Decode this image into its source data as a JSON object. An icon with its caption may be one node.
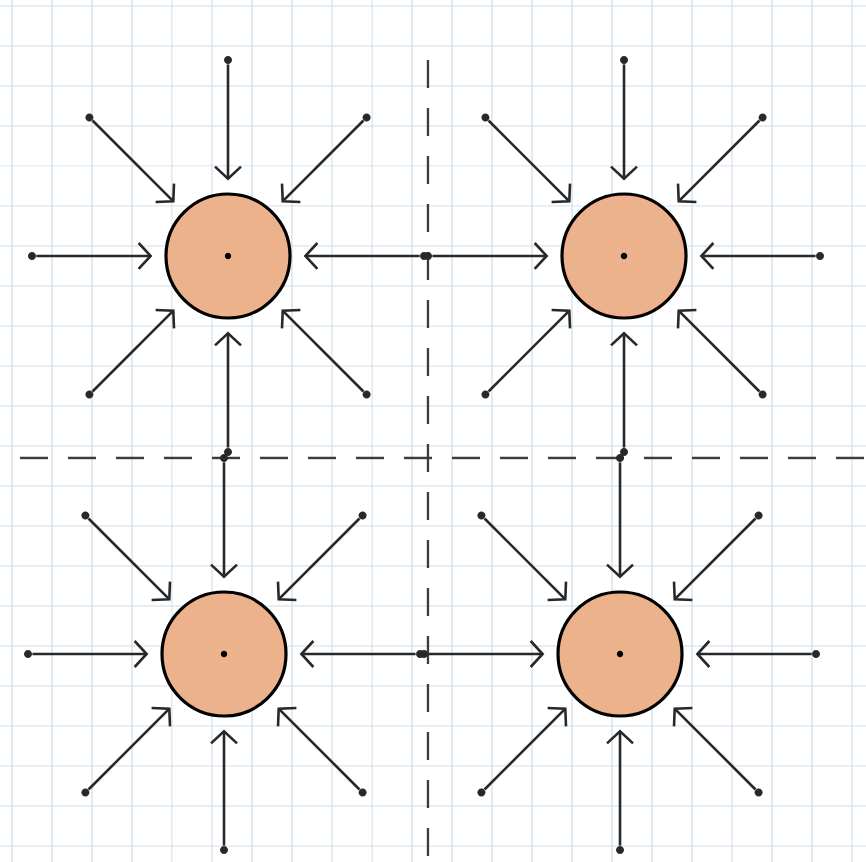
{
  "diagram": {
    "nodes": [
      {
        "text": [],
        "shape": "circle"
      },
      {
        "text": [],
        "shape": "circle"
      },
      {
        "text": [],
        "shape": "circle"
      },
      {
        "text": [],
        "shape": "circle"
      },
      {
        "text": [],
        "shape": "dot"
      },
      {
        "text": [],
        "shape": "dot"
      },
      {
        "text": [],
        "shape": "dot"
      },
      {
        "text": [],
        "shape": "dot"
      },
      {
        "text": [],
        "shape": "dot"
      },
      {
        "text": [],
        "shape": "dot"
      },
      {
        "text": [],
        "shape": "dot"
      },
      {
        "text": [],
        "shape": "dot"
      },
      {
        "text": [],
        "shape": "dot"
      },
      {
        "text": [],
        "shape": "dot"
      },
      {
        "text": [],
        "shape": "dot"
      },
      {
        "text": [],
        "shape": "dot"
      },
      {
        "text": [],
        "shape": "dot"
      },
      {
        "text": [],
        "shape": "dot"
      },
      {
        "text": [],
        "shape": "dot"
      },
      {
        "text": [],
        "shape": "dot"
      },
      {
        "text": [],
        "shape": "dot"
      },
      {
        "text": [],
        "shape": "dot"
      },
      {
        "text": [],
        "shape": "dot"
      },
      {
        "text": [],
        "shape": "dot"
      },
      {
        "text": [],
        "shape": "dot"
      },
      {
        "text": [],
        "shape": "dot"
      },
      {
        "text": [],
        "shape": "dot"
      },
      {
        "text": [],
        "shape": "dot"
      },
      {
        "text": [],
        "shape": "dot"
      },
      {
        "text": [],
        "shape": "dot"
      },
      {
        "text": [],
        "shape": "dot"
      },
      {
        "text": [],
        "shape": "dot"
      },
      {
        "text": [],
        "shape": "dot"
      },
      {
        "text": [],
        "shape": "dot"
      },
      {
        "text": [],
        "shape": "dot"
      },
      {
        "text": [],
        "shape": "dot"
      }
    ],
    "edges": [
      {
        "from": 4,
        "to": 0,
        "arrow": "to"
      },
      {
        "from": 5,
        "to": 0,
        "arrow": "to"
      },
      {
        "from": 6,
        "to": 0,
        "arrow": "to"
      },
      {
        "from": 7,
        "to": 0,
        "arrow": "to"
      },
      {
        "from": 8,
        "to": 0,
        "arrow": "to"
      },
      {
        "from": 9,
        "to": 0,
        "arrow": "to"
      },
      {
        "from": 10,
        "to": 0,
        "arrow": "to"
      },
      {
        "from": 11,
        "to": 0,
        "arrow": "to"
      },
      {
        "from": 12,
        "to": 1,
        "arrow": "to"
      },
      {
        "from": 13,
        "to": 1,
        "arrow": "to"
      },
      {
        "from": 14,
        "to": 1,
        "arrow": "to"
      },
      {
        "from": 15,
        "to": 1,
        "arrow": "to"
      },
      {
        "from": 16,
        "to": 1,
        "arrow": "to"
      },
      {
        "from": 17,
        "to": 1,
        "arrow": "to"
      },
      {
        "from": 18,
        "to": 1,
        "arrow": "to"
      },
      {
        "from": 19,
        "to": 1,
        "arrow": "to"
      },
      {
        "from": 20,
        "to": 2,
        "arrow": "to"
      },
      {
        "from": 21,
        "to": 2,
        "arrow": "to"
      },
      {
        "from": 22,
        "to": 2,
        "arrow": "to"
      },
      {
        "from": 23,
        "to": 2,
        "arrow": "to"
      },
      {
        "from": 24,
        "to": 2,
        "arrow": "to"
      },
      {
        "from": 25,
        "to": 2,
        "arrow": "to"
      },
      {
        "from": 26,
        "to": 2,
        "arrow": "to"
      },
      {
        "from": 27,
        "to": 2,
        "arrow": "to"
      },
      {
        "from": 28,
        "to": 3,
        "arrow": "to"
      },
      {
        "from": 29,
        "to": 3,
        "arrow": "to"
      },
      {
        "from": 30,
        "to": 3,
        "arrow": "to"
      },
      {
        "from": 31,
        "to": 3,
        "arrow": "to"
      },
      {
        "from": 32,
        "to": 3,
        "arrow": "to"
      },
      {
        "from": 33,
        "to": 3,
        "arrow": "to"
      },
      {
        "from": 34,
        "to": 3,
        "arrow": "to"
      },
      {
        "from": 35,
        "to": 3,
        "arrow": "to"
      }
    ]
  }
}
